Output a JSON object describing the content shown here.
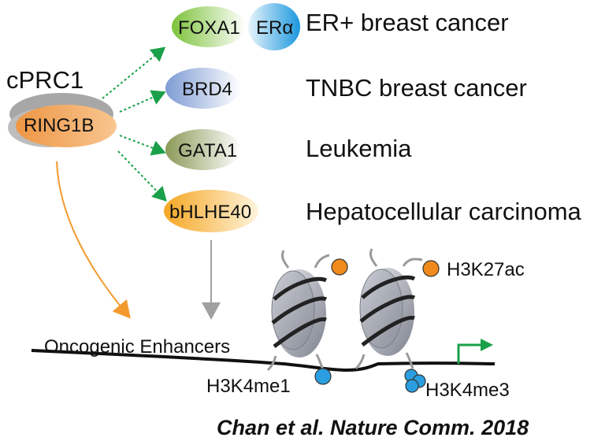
{
  "complex": {
    "name": "cPRC1",
    "subunit": "RING1B"
  },
  "factors": [
    {
      "label": "FOXA1",
      "disease": "ER+ breast cancer",
      "partner": "ERα"
    },
    {
      "label": "BRD4",
      "disease": "TNBC breast cancer"
    },
    {
      "label": "GATA1",
      "disease": "Leukemia"
    },
    {
      "label": "bHLHE40",
      "disease": "Hepatocellular carcinoma"
    }
  ],
  "chromatin": {
    "enhancer_label": "Oncogenic Enhancers",
    "marks": [
      "H3K27ac",
      "H3K4me1",
      "H3K4me3"
    ]
  },
  "citation": "Chan et al. Nature Comm. 2018",
  "colors": {
    "foxa1": "#8dc63f",
    "era": "#29a8e0",
    "brd4": "#8fa9d9",
    "gata1": "#9aa86a",
    "bhlhe40": "#f7b733",
    "ring1b": "#f0a050",
    "prc_gray": "#9a9a9a",
    "green_arrow": "#1aa04a",
    "orange_arrow": "#f29a2e",
    "gray_arrow": "#a0a0a0",
    "acetyl": "#f08a1c",
    "methyl": "#2a9ee0"
  }
}
